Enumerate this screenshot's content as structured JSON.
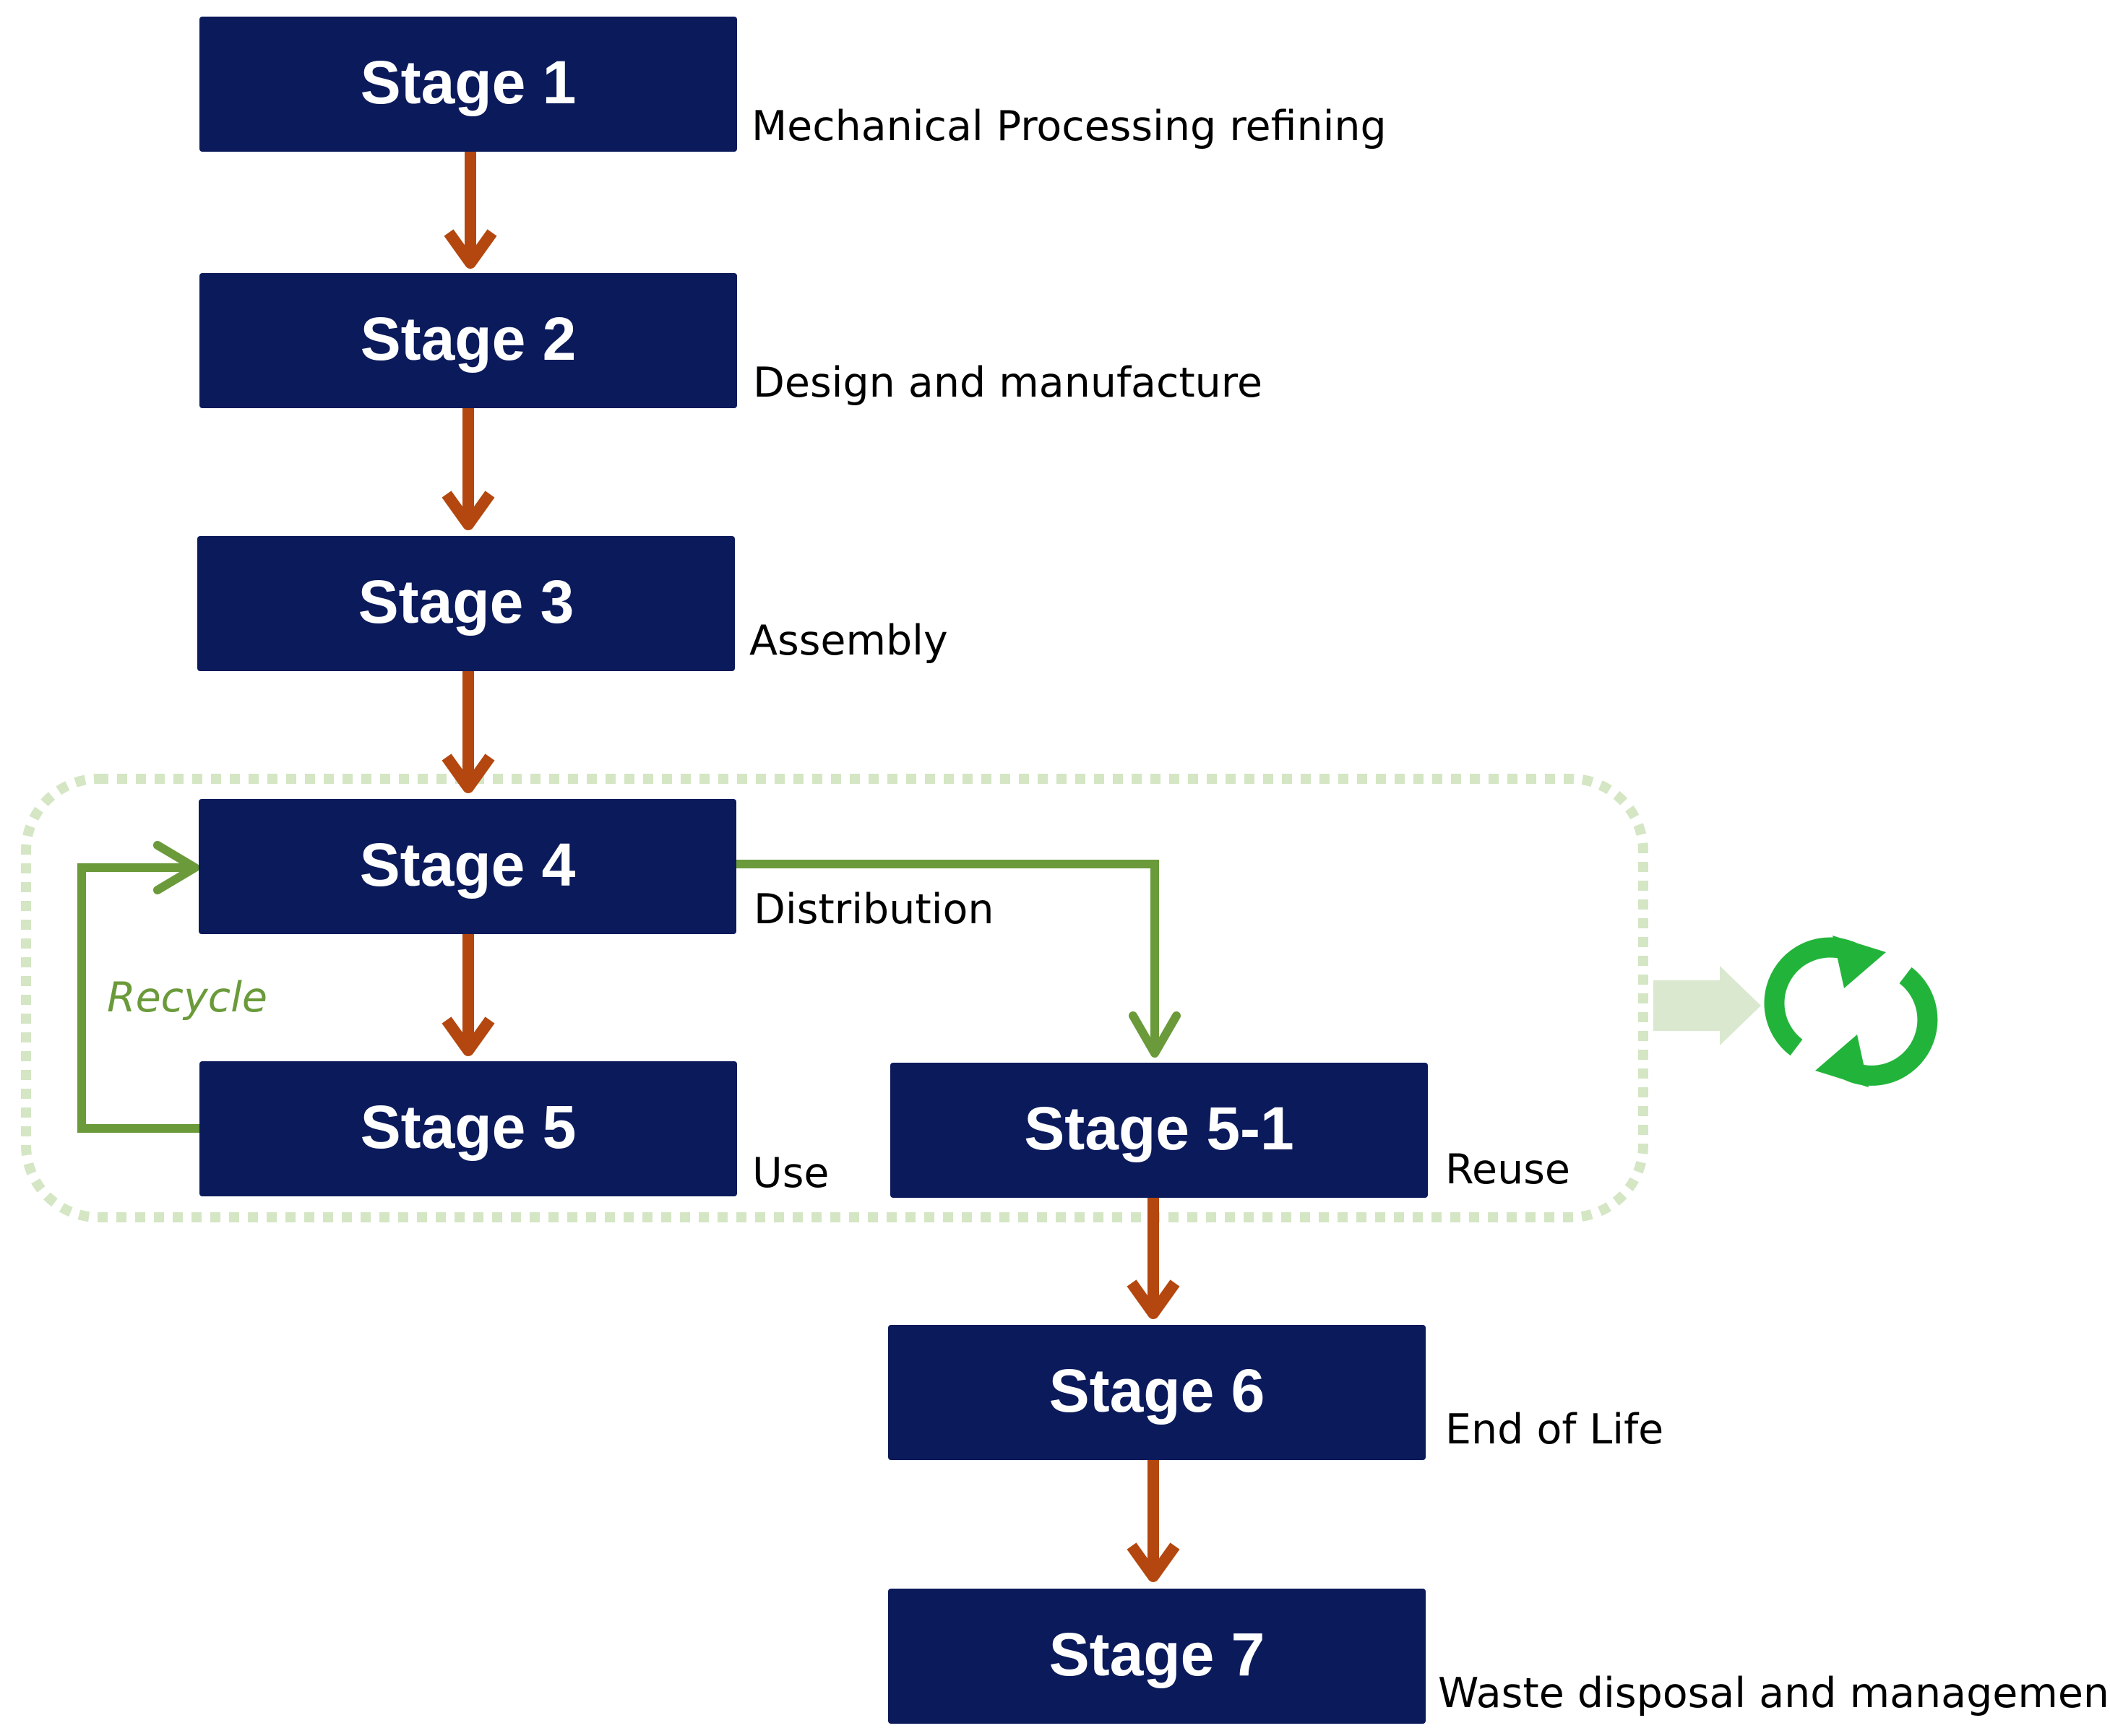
{
  "colors": {
    "box_fill": "#0B1A5B",
    "flow_arrow": "#B3470F",
    "loop_arrow": "#6A9A3A",
    "dotted_region": "#D4E6C4",
    "block_arrow": "#D9E8CF",
    "refresh_icon": "#22B43A"
  },
  "stages": [
    {
      "title": "Stage 1",
      "caption": "Mechanical Processing refining"
    },
    {
      "title": "Stage 2",
      "caption": "Design and manufacture"
    },
    {
      "title": "Stage 3",
      "caption": "Assembly"
    },
    {
      "title": "Stage 4",
      "caption": "Distribution"
    },
    {
      "title": "Stage 5",
      "caption": "Use"
    },
    {
      "title": "Stage 5-1",
      "caption": "Reuse"
    },
    {
      "title": "Stage 6",
      "caption": "End of Life"
    },
    {
      "title": "Stage 7",
      "caption": "Waste disposal and management"
    }
  ],
  "loop_label": "Recycle",
  "icon": "refresh-cycle-icon"
}
